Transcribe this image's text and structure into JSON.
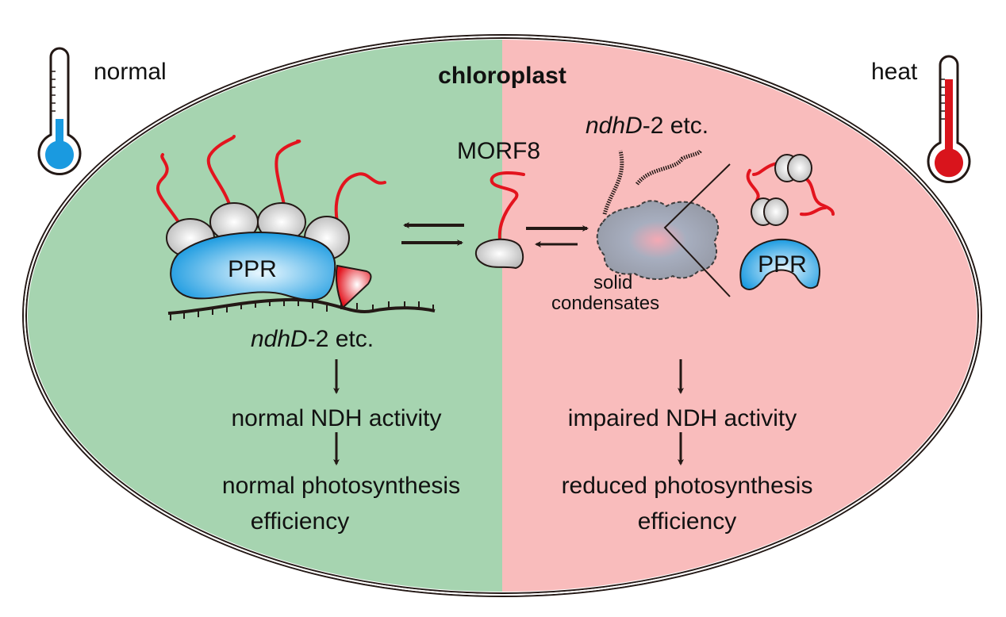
{
  "title": "chloroplast",
  "left": {
    "condition": "normal",
    "ppr_label": "PPR",
    "rna_label_italic": "ndhD",
    "rna_label_rest": "-2 etc.",
    "step1": "normal NDH activity",
    "step2_line1": "normal photosynthesis",
    "step2_line2": "efficiency"
  },
  "center": {
    "morf_label": "MORF8"
  },
  "right": {
    "condition": "heat",
    "rna_label_italic": "ndhD",
    "rna_label_rest": "-2 etc.",
    "condensate_line1": "solid",
    "condensate_line2": "condensates",
    "ppr_label": "PPR",
    "step1": "impaired NDH activity",
    "step2_line1": "reduced photosynthesis",
    "step2_line2": "efficiency"
  },
  "colors": {
    "green": "#a6d4b0",
    "pink": "#f9bcbc",
    "ppr_blue": "#1a9ae0",
    "red": "#e3141e",
    "thermo_blue": "#1a9ae0",
    "thermo_red": "#d9141c"
  }
}
